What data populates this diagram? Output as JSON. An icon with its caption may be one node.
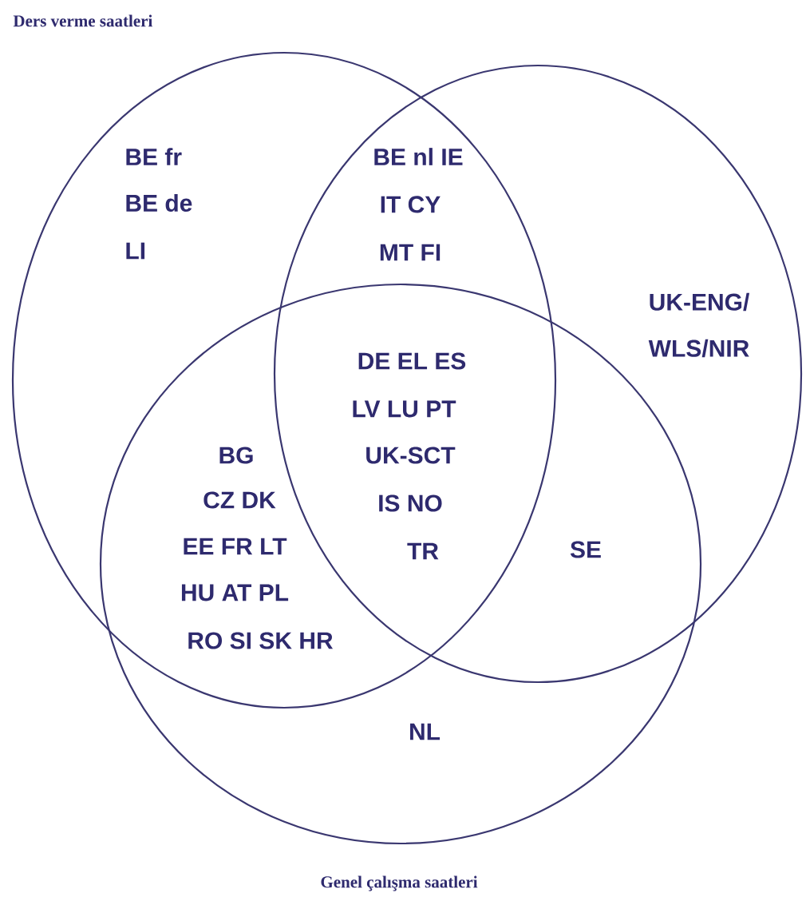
{
  "diagram": {
    "nodes": [
      {
        "text": [
          "Ders verme saatleri"
        ]
      },
      {
        "text": [],
        "shape": "ellipse"
      },
      {
        "text": [
          "Genel çalışma saatleri"
        ]
      }
    ],
    "labels": [
      "BE fr",
      "BE de",
      "LI",
      "BE nl   IE",
      "IT   CY",
      "MT  FI",
      "UK-ENG/",
      "WLS/NIR",
      "DE  EL  ES",
      "LV  LU  PT",
      "UK-SCT",
      "IS  NO",
      "TR",
      "BG",
      "CZ  DK",
      "EE  FR  LT",
      "HU  AT  PL",
      "RO  SI  SK HR",
      "SE",
      "NL"
    ]
  }
}
